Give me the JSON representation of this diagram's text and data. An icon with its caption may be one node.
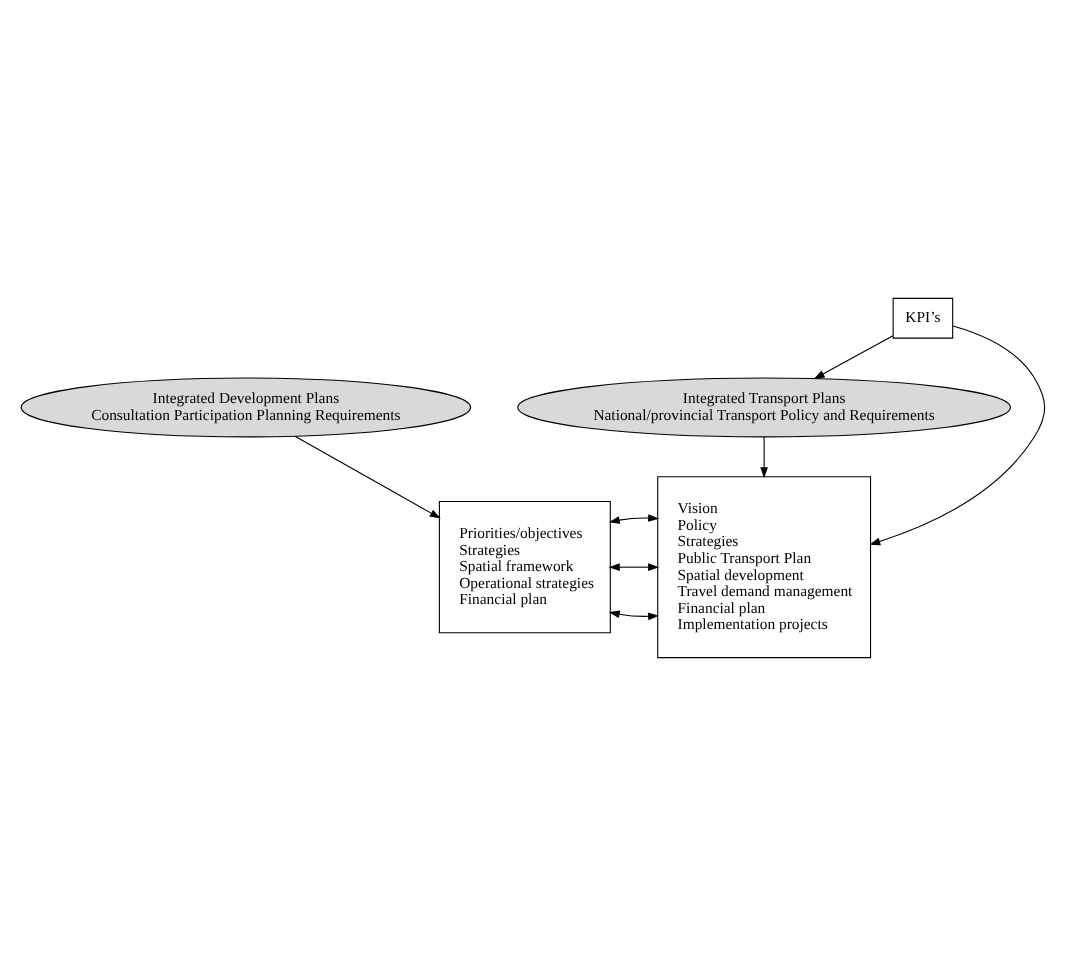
{
  "diagram": {
    "nodes": [
      {
        "text": [
          "Integrated Development Plans",
          "Consultation Participation Planning Requirements"
        ]
      },
      {
        "text": [
          "Integrated Transport Plans",
          "National/provincial Transport Policy and Requirements"
        ]
      },
      {
        "text": [
          "KPI’s"
        ]
      },
      {
        "text": [
          "Priorities/objectives",
          "Strategies",
          "Spatial framework",
          "Operational strategies",
          "Financial plan"
        ]
      },
      {
        "text": [
          "Vision",
          "Policy",
          "Strategies",
          "Public Transport Plan",
          "Spatial development",
          "Travel demand management",
          "Financial plan",
          "Implementation projects"
        ]
      }
    ],
    "edges": [
      {
        "from": 0,
        "to": 3,
        "arrow": "to"
      },
      {
        "from": 2,
        "to": 1,
        "arrow": "to"
      },
      {
        "from": 1,
        "to": 4,
        "arrow": "to"
      },
      {
        "from": 2,
        "to": 4,
        "arrow": "to"
      },
      {
        "from": 3,
        "to": 4,
        "arrow": "both"
      },
      {
        "from": 3,
        "to": 4,
        "arrow": "both"
      },
      {
        "from": 3,
        "to": 4,
        "arrow": "both"
      }
    ]
  }
}
